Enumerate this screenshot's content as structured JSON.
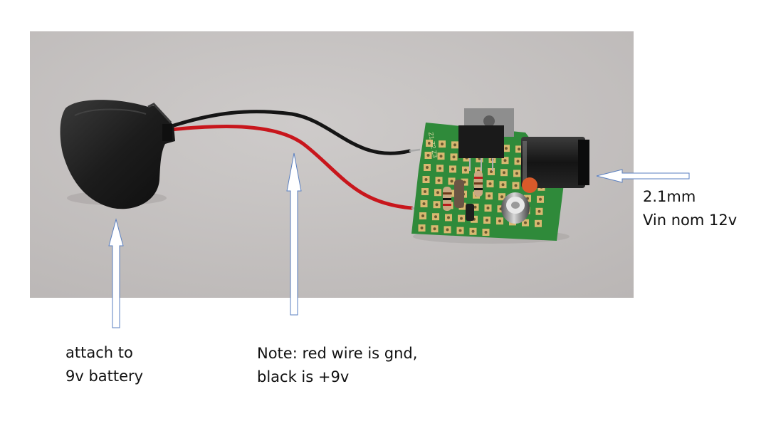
{
  "captions": {
    "battery": {
      "line1": "attach to",
      "line2": "9v battery"
    },
    "note": {
      "line1": "Note: red wire is gnd,",
      "line2": "black is +9v"
    },
    "jack": {
      "line1": "2.1mm",
      "line2": "Vin nom 12v"
    }
  },
  "pcb_silkscreen": [
    "Z1",
    "Z2",
    "Z3"
  ],
  "colors": {
    "page_background": "#ffffff",
    "photo_background": "#c4c1c0",
    "pcb_green": "#2f8a3a",
    "pad_gold": "#d8b870",
    "red_wire": "#c8161c",
    "black_wire": "#141414",
    "battery_clip": "#1c1c1c",
    "arrow_fill": "#ffffff",
    "arrow_outline": "#5a7fc0"
  }
}
